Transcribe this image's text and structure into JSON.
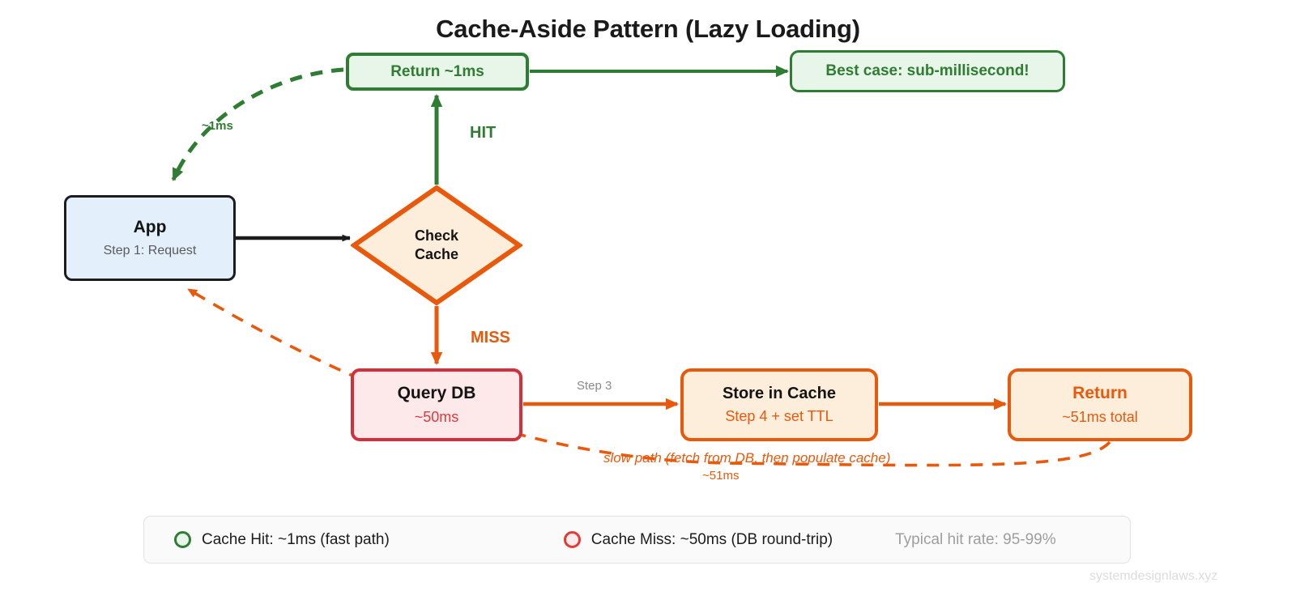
{
  "title": "Cache-Aside Pattern (Lazy Loading)",
  "watermark": "systemdesignlaws.xyz",
  "colors": {
    "green": "#2e7d32",
    "green_fill": "#e8f5e9",
    "orange": "#e8590c",
    "orange_fill": "#fdeedb",
    "red": "#d32f3c",
    "red_fill": "#fde8ea",
    "blue_fill": "#e3f0fb",
    "black": "#1c1c1c",
    "grey_text": "#8a8a8a",
    "muted": "#9e9e9e"
  },
  "nodes": {
    "app": {
      "title": "App",
      "sub": "Step 1: Request"
    },
    "check_cache": {
      "line1": "Check",
      "line2": "Cache"
    },
    "return_1ms": {
      "title": "Return ~1ms"
    },
    "best_case": {
      "title": "Best case: sub-millisecond!"
    },
    "query_db": {
      "title": "Query DB",
      "sub": "~50ms"
    },
    "store_in_cache": {
      "title": "Store in Cache",
      "sub": "Step 4 + set TTL"
    },
    "return_total": {
      "title": "Return",
      "sub": "~51ms total"
    }
  },
  "edges": {
    "hit": "HIT",
    "miss": "MISS",
    "fast_return_ms": "~1ms",
    "step3": "Step 3",
    "slow_path": "slow path (fetch from DB, then populate cache)",
    "slow_path_ms": "~51ms"
  },
  "legend": {
    "items": [
      {
        "label": "Cache Hit: ~1ms (fast path)",
        "dot_stroke": "#2e7d32",
        "dot_fill": "#e8f5e9",
        "muted": false
      },
      {
        "label": "Cache Miss: ~50ms (DB round-trip)",
        "dot_stroke": "#e53935",
        "dot_fill": "#fdecee",
        "muted": false
      },
      {
        "label": "Typical hit rate: 95-99%",
        "dot_stroke": "none",
        "dot_fill": "none",
        "muted": true
      }
    ]
  }
}
